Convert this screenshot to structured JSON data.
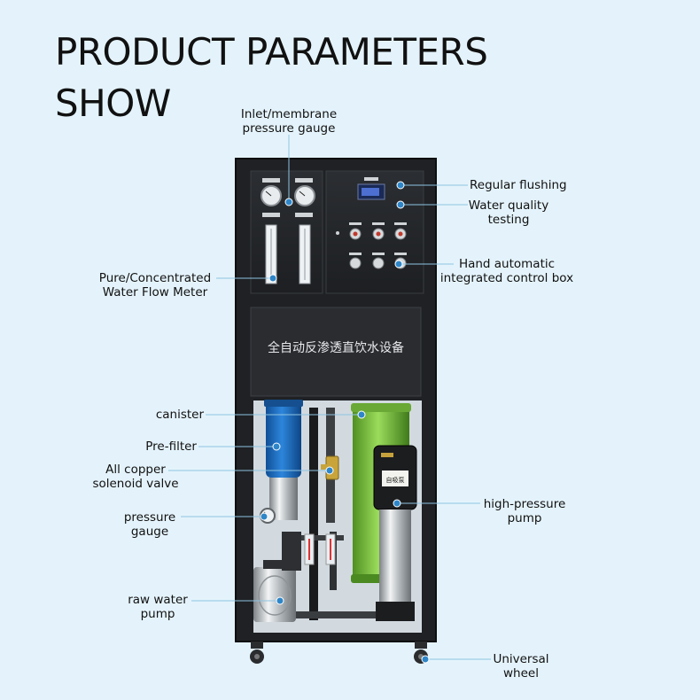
{
  "heading": {
    "line1": "PRODUCT PARAMETERS",
    "line2": "SHOW"
  },
  "labels": {
    "inlet_gauge": [
      "Inlet/membrane",
      "pressure gauge"
    ],
    "regular_flushing": [
      "Regular flushing"
    ],
    "water_quality": [
      "Water quality",
      "testing"
    ],
    "control_box": [
      "Hand automatic",
      "integrated control box"
    ],
    "flow_meter": [
      "Pure/Concentrated",
      "Water Flow Meter"
    ],
    "canister": [
      "canister"
    ],
    "pre_filter": [
      "Pre-filter"
    ],
    "solenoid_valve": [
      "All copper",
      "solenoid valve"
    ],
    "pressure_gauge": [
      "pressure",
      "gauge"
    ],
    "high_pressure_pump": [
      "high-pressure",
      "pump"
    ],
    "raw_water_pump": [
      "raw water",
      "pump"
    ],
    "universal_wheel": [
      "Universal",
      "wheel"
    ]
  },
  "machine": {
    "panel_text": "全自动反渗透直饮水设备",
    "pump_tag": "自吸泵"
  },
  "colors": {
    "background": "#e4f3fb",
    "frame": "#1f2124",
    "leader_line": "#8ec4e2",
    "leader_dot": "#2e86c8",
    "membrane": "#7fc24a",
    "pre_filter": "#1f6fc0"
  }
}
